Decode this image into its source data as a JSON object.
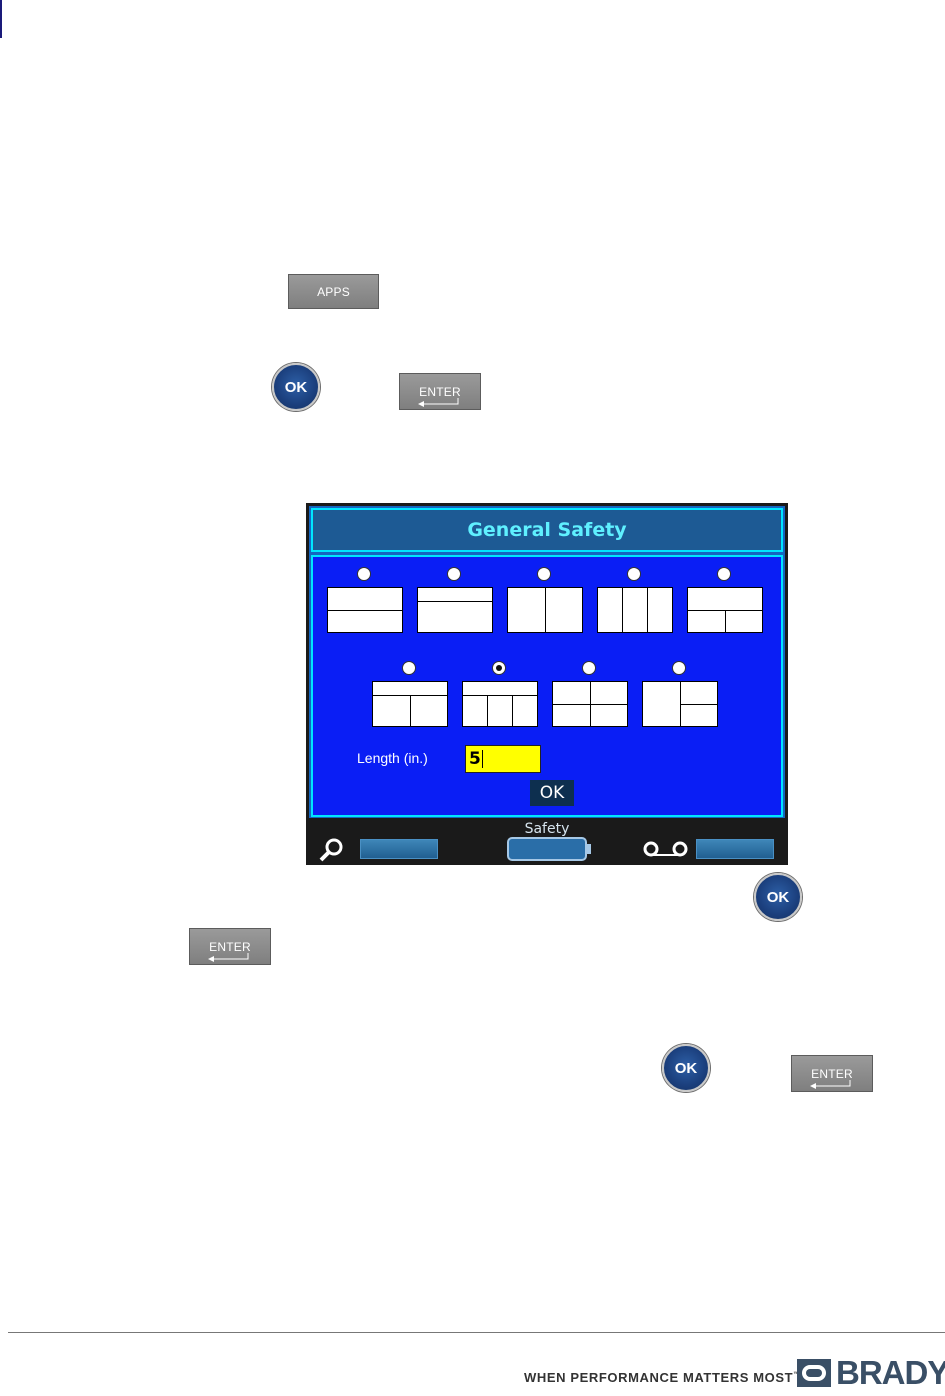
{
  "keys": {
    "apps": "APPS",
    "enter": "ENTER",
    "ok": "OK"
  },
  "dialog": {
    "title": "General Safety",
    "length_label": "Length (in.)",
    "length_value": "5",
    "ok_label": "OK",
    "status_label": "Safety",
    "layouts_row1": [
      "layout-1",
      "layout-2",
      "layout-3",
      "layout-4",
      "layout-5"
    ],
    "layouts_row2": [
      "layout-6",
      "layout-7",
      "layout-8",
      "layout-9"
    ],
    "selected_layout": "layout-7"
  },
  "footer": {
    "slogan": "WHEN PERFORMANCE MATTERS MOST",
    "tm": "™",
    "brand": "BRADY"
  },
  "colors": {
    "dialog_bg": "#0a1ef5",
    "title_bg": "#1d5a94",
    "title_text": "#5ff0ff",
    "field_bg": "#ffff00",
    "key_gray": "#8c8c8c",
    "ok_blue": "#1b3f7d"
  },
  "icons": [
    "loupe-icon",
    "battery-icon",
    "tape-reel-icon",
    "brady-logo-icon"
  ]
}
